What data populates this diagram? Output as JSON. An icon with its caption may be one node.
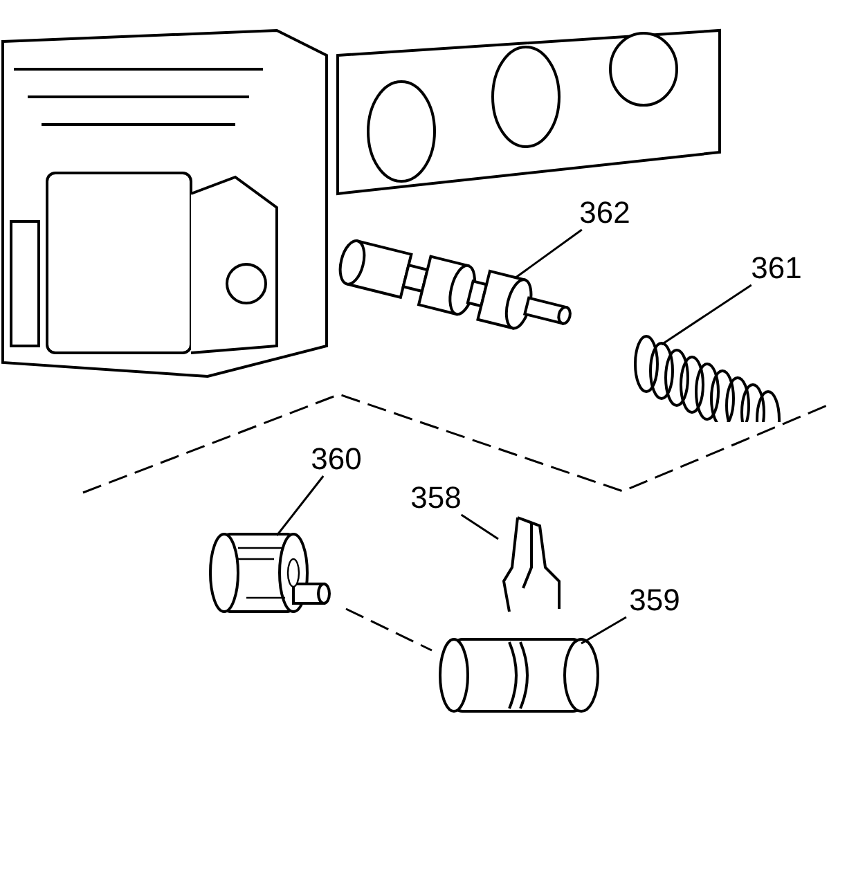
{
  "diagram": {
    "nodes": [
      {
        "text": [
          "362"
        ]
      },
      {
        "text": [],
        "shape": "picture"
      },
      {
        "text": [
          "361"
        ]
      },
      {
        "text": [],
        "shape": "picture"
      },
      {
        "text": [
          "360"
        ]
      },
      {
        "text": [],
        "shape": "picture"
      },
      {
        "text": [
          "358"
        ]
      },
      {
        "text": [],
        "shape": "picture"
      },
      {
        "text": [
          "359"
        ]
      },
      {
        "text": [],
        "shape": "picture"
      }
    ],
    "edges": [
      {
        "from": 0,
        "to": 1,
        "arrow": "none"
      },
      {
        "from": 2,
        "to": 3,
        "arrow": "none"
      },
      {
        "from": 4,
        "to": 5,
        "arrow": "none"
      },
      {
        "from": 6,
        "to": 7,
        "arrow": "none"
      },
      {
        "from": 8,
        "to": 9,
        "arrow": "none"
      }
    ]
  }
}
